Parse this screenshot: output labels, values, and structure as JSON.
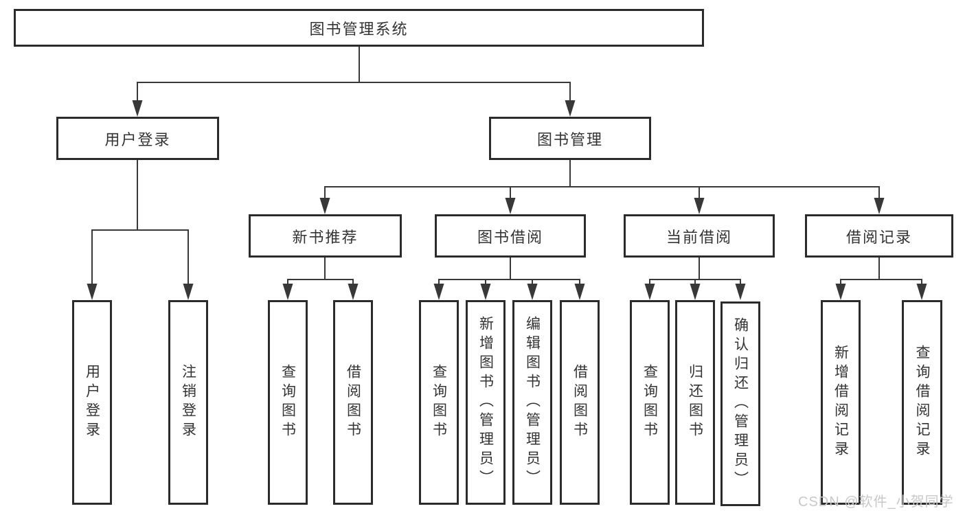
{
  "tree": {
    "label": "图书管理系统",
    "children": [
      {
        "label": "用户登录",
        "children": [
          {
            "label": "用户登录"
          },
          {
            "label": "注销登录"
          }
        ]
      },
      {
        "label": "图书管理",
        "children": [
          {
            "label": "新书推荐",
            "children": [
              {
                "label": "查询图书"
              },
              {
                "label": "借阅图书"
              }
            ]
          },
          {
            "label": "图书借阅",
            "children": [
              {
                "label": "查询图书"
              },
              {
                "label": "新增图书（管理员）"
              },
              {
                "label": "编辑图书（管理员）"
              },
              {
                "label": "借阅图书"
              }
            ]
          },
          {
            "label": "当前借阅",
            "children": [
              {
                "label": "查询图书"
              },
              {
                "label": "归还图书"
              },
              {
                "label": "确认归还（管理员）"
              }
            ]
          },
          {
            "label": "借阅记录",
            "children": [
              {
                "label": "新增借阅记录"
              },
              {
                "label": "查询借阅记录"
              }
            ]
          }
        ]
      }
    ]
  },
  "watermark": {
    "text": "CSDN @软件_小贺同学"
  },
  "colors": {
    "box_border": "#2b2b2b",
    "connector": "#383838",
    "text": "#333333",
    "watermark": "#c8c8c8",
    "background": "#ffffff"
  }
}
